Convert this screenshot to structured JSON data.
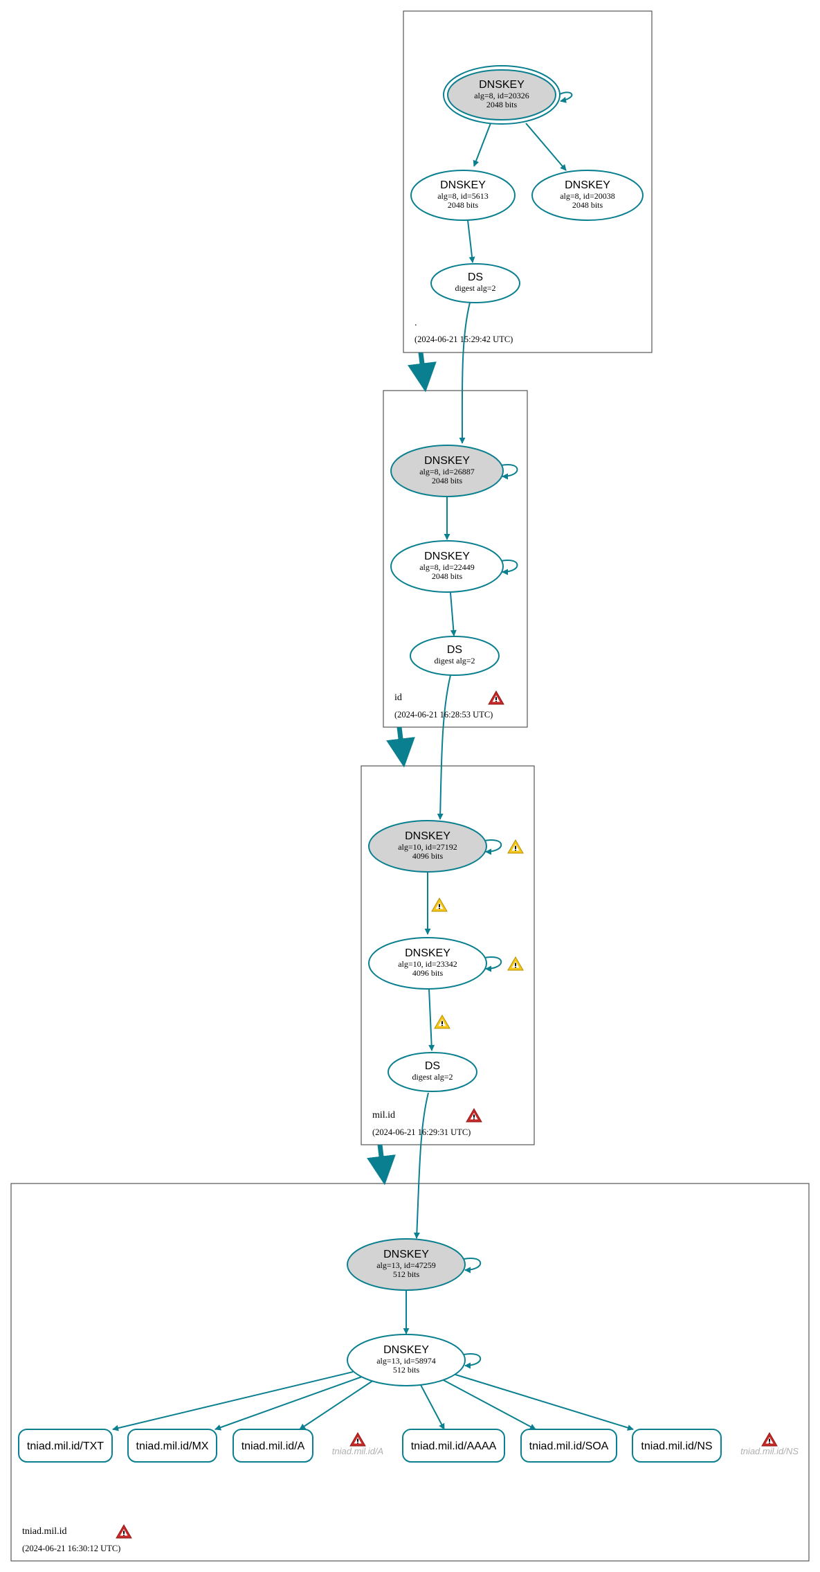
{
  "colors": {
    "edge": "#0a7f8f",
    "ksk_fill": "#d3d3d3",
    "zone_border": "#555555",
    "error_icon": "#c62828",
    "warning_icon": "#f5c518"
  },
  "zones": {
    "root": {
      "name": ".",
      "timestamp": "(2024-06-21 15:29:42 UTC)"
    },
    "id": {
      "name": "id",
      "timestamp": "(2024-06-21 16:28:53 UTC)"
    },
    "mil_id": {
      "name": "mil.id",
      "timestamp": "(2024-06-21 16:29:31 UTC)"
    },
    "tniad": {
      "name": "tniad.mil.id",
      "timestamp": "(2024-06-21 16:30:12 UTC)"
    }
  },
  "nodes": {
    "root_ksk": {
      "title": "DNSKEY",
      "line1": "alg=8, id=20326",
      "line2": "2048 bits"
    },
    "root_zsk1": {
      "title": "DNSKEY",
      "line1": "alg=8, id=5613",
      "line2": "2048 bits"
    },
    "root_zsk2": {
      "title": "DNSKEY",
      "line1": "alg=8, id=20038",
      "line2": "2048 bits"
    },
    "root_ds": {
      "title": "DS",
      "line1": "digest alg=2"
    },
    "id_ksk": {
      "title": "DNSKEY",
      "line1": "alg=8, id=26887",
      "line2": "2048 bits"
    },
    "id_zsk": {
      "title": "DNSKEY",
      "line1": "alg=8, id=22449",
      "line2": "2048 bits"
    },
    "id_ds": {
      "title": "DS",
      "line1": "digest alg=2"
    },
    "mil_ksk": {
      "title": "DNSKEY",
      "line1": "alg=10, id=27192",
      "line2": "4096 bits"
    },
    "mil_zsk": {
      "title": "DNSKEY",
      "line1": "alg=10, id=23342",
      "line2": "4096 bits"
    },
    "mil_ds": {
      "title": "DS",
      "line1": "digest alg=2"
    },
    "tniad_ksk": {
      "title": "DNSKEY",
      "line1": "alg=13, id=47259",
      "line2": "512 bits"
    },
    "tniad_zsk": {
      "title": "DNSKEY",
      "line1": "alg=13, id=58974",
      "line2": "512 bits"
    }
  },
  "records": [
    "tniad.mil.id/TXT",
    "tniad.mil.id/MX",
    "tniad.mil.id/A",
    "tniad.mil.id/AAAA",
    "tniad.mil.id/SOA",
    "tniad.mil.id/NS"
  ],
  "ghost_records": [
    "tniad.mil.id/A",
    "tniad.mil.id/NS"
  ],
  "icons": {
    "error": "error-triangle-icon",
    "warning": "warning-triangle-icon"
  }
}
